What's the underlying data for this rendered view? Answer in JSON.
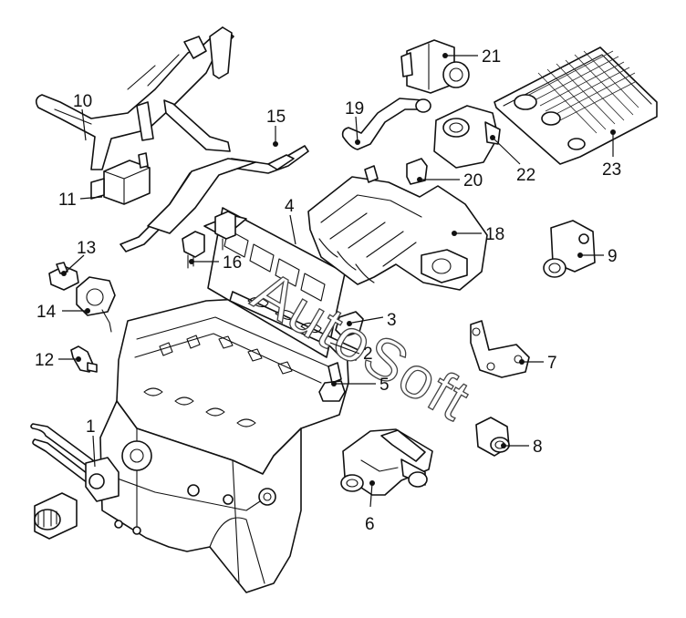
{
  "watermark": "AutoSoft",
  "callouts": [
    {
      "id": "c1",
      "label": "1"
    },
    {
      "id": "c2",
      "label": "2"
    },
    {
      "id": "c3",
      "label": "3"
    },
    {
      "id": "c4",
      "label": "4"
    },
    {
      "id": "c5",
      "label": "5"
    },
    {
      "id": "c6",
      "label": "6"
    },
    {
      "id": "c7",
      "label": "7"
    },
    {
      "id": "c8",
      "label": "8"
    },
    {
      "id": "c9",
      "label": "9"
    },
    {
      "id": "c10",
      "label": "10"
    },
    {
      "id": "c11",
      "label": "11"
    },
    {
      "id": "c12",
      "label": "12"
    },
    {
      "id": "c13",
      "label": "13"
    },
    {
      "id": "c14",
      "label": "14"
    },
    {
      "id": "c15",
      "label": "15"
    },
    {
      "id": "c16",
      "label": "16"
    },
    {
      "id": "c18",
      "label": "18"
    },
    {
      "id": "c19",
      "label": "19"
    },
    {
      "id": "c20",
      "label": "20"
    },
    {
      "id": "c21",
      "label": "21"
    },
    {
      "id": "c22",
      "label": "22"
    },
    {
      "id": "c23",
      "label": "23"
    }
  ]
}
